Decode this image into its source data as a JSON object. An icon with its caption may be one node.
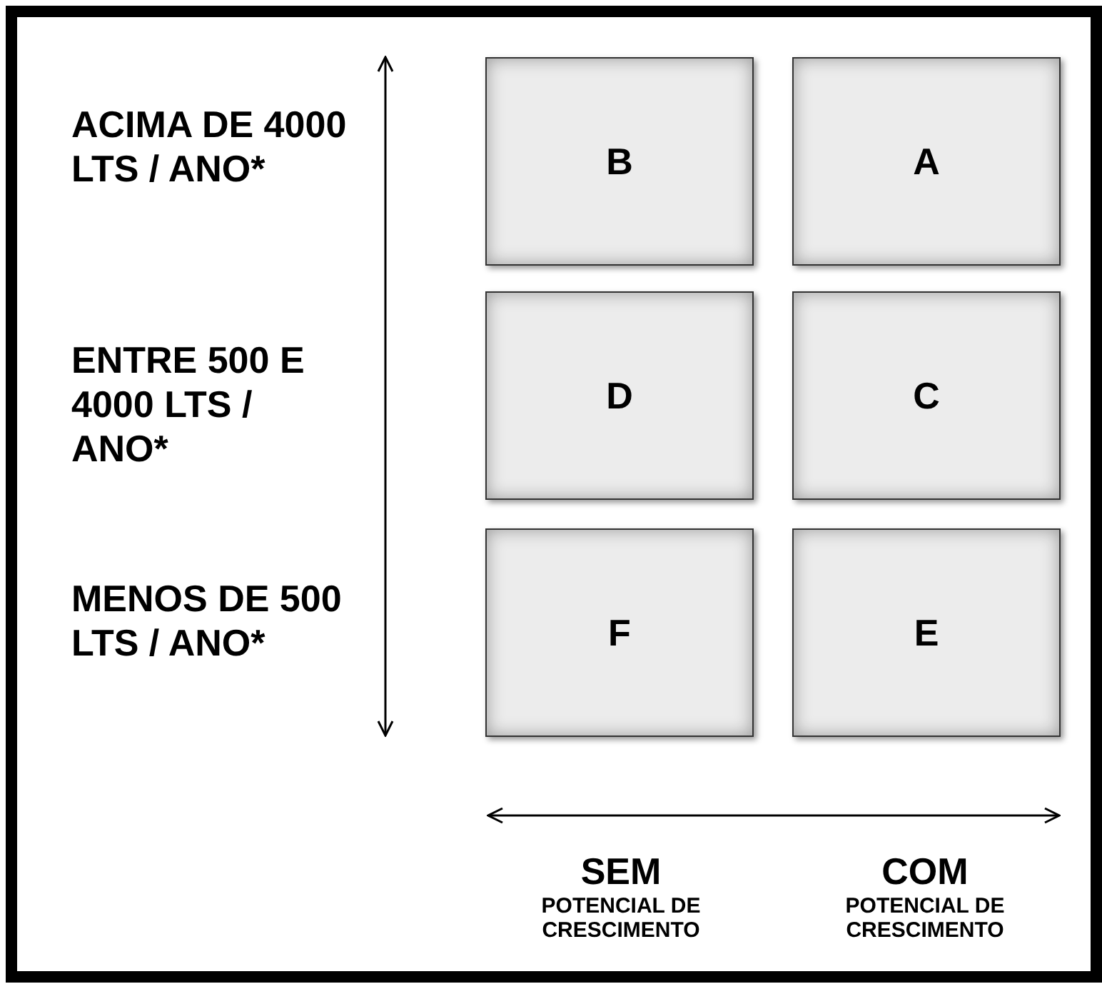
{
  "diagram": {
    "nodes": [
      {
        "text": [
          "B"
        ]
      },
      {
        "text": [
          "A"
        ]
      },
      {
        "text": [
          "D"
        ]
      },
      {
        "text": [
          "C"
        ]
      },
      {
        "text": [
          "F"
        ]
      },
      {
        "text": [
          "E"
        ]
      }
    ],
    "labels": [
      "ACIMA DE 4000 LTS / ANO*",
      "ENTRE 500 E 4000 LTS / ANO*",
      "MENOS DE 500 LTS / ANO*",
      "SEM",
      "POTENCIAL DE CRESCIMENTO",
      "COM",
      "POTENCIAL DE CRESCIMENTO"
    ]
  }
}
